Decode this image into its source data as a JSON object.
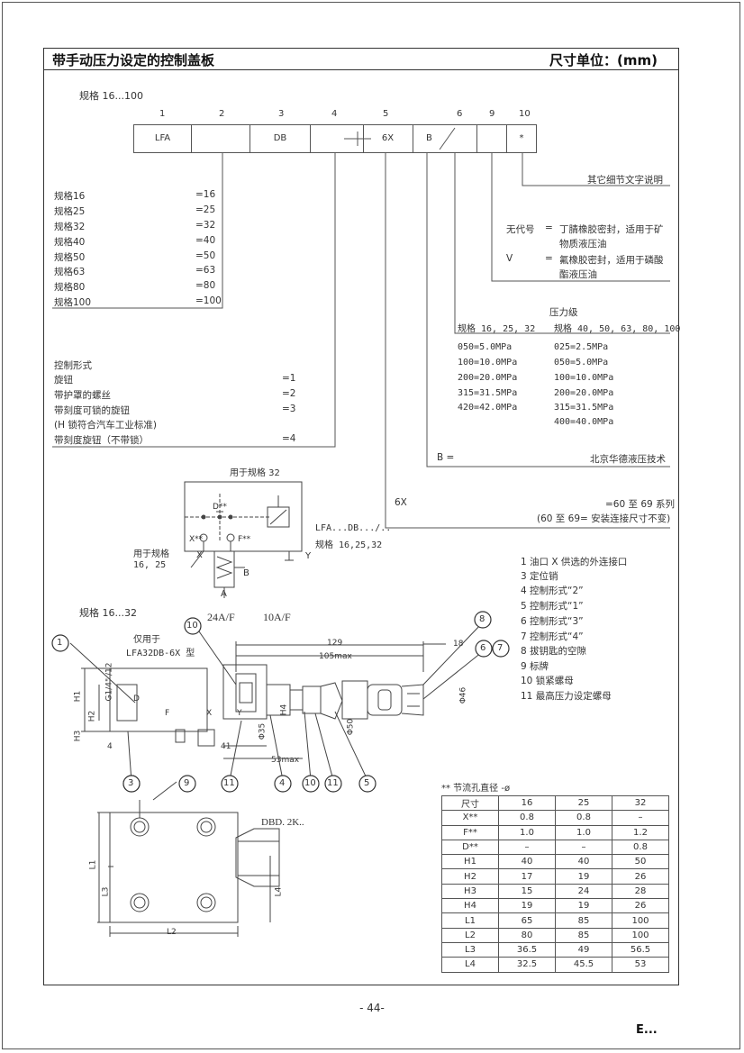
{
  "header": {
    "title": "带手动压力设定的控制盖板",
    "units": "尺寸单位：(mm)"
  },
  "ordering": {
    "spec_label": "规格 16...100",
    "indices": [
      "1",
      "2",
      "3",
      "4",
      "5",
      "6",
      "9",
      "10"
    ],
    "boxes": [
      "LFA",
      "",
      "DB",
      "",
      "6X",
      "B",
      "",
      "*"
    ],
    "other_details": "其它细节文字说明",
    "sizes": [
      {
        "label": "规格16",
        "code": "=16"
      },
      {
        "label": "规格25",
        "code": "=25"
      },
      {
        "label": "规格32",
        "code": "=32"
      },
      {
        "label": "规格40",
        "code": "=40"
      },
      {
        "label": "规格50",
        "code": "=50"
      },
      {
        "label": "规格63",
        "code": "=63"
      },
      {
        "label": "规格80",
        "code": "=80"
      },
      {
        "label": "规格100",
        "code": "=100"
      }
    ],
    "seals": [
      {
        "code": "无代号",
        "eq": "=",
        "desc1": "丁腈橡胶密封，适用于矿",
        "desc2": "物质液压油"
      },
      {
        "code": "V",
        "eq": "=",
        "desc1": "氟橡胶密封，适用于磷酸",
        "desc2": "酯液压油"
      }
    ],
    "pressure": {
      "title": "压力级",
      "col1_header": "规格 16, 25, 32",
      "col2_header": "规格 40, 50, 63, 80, 100",
      "col1": [
        "050=5.0MPa",
        "100=10.0MPa",
        "200=20.0MPa",
        "315=31.5MPa",
        "420=42.0MPa"
      ],
      "col2": [
        "025=2.5MPa",
        "050=5.0MPa",
        "100=10.0MPa",
        "200=20.0MPa",
        "315=31.5MPa",
        "400=40.0MPa"
      ]
    },
    "control": {
      "title": "控制形式",
      "items": [
        {
          "label": "旋钮",
          "code": "=1"
        },
        {
          "label": "带护罩的螺丝",
          "code": "=2"
        },
        {
          "label": "带刻度可锁的旋钮",
          "code": "=3"
        },
        {
          "label": "(H 锁符合汽车工业标准)",
          "code": ""
        },
        {
          "label": "带刻度旋钮（不带锁）",
          "code": "=4"
        }
      ]
    },
    "b_line": {
      "code": "B =",
      "desc": "北京华德液压技术"
    },
    "series": {
      "code": "6X",
      "desc": "=60 至 69 系列",
      "note": "(60 至 69= 安装连接尺寸不变)"
    }
  },
  "symbol": {
    "for_size32": "用于规格 32",
    "for_size": "用于规格",
    "for_size_vals": "16, 25",
    "lfa_line1": "LFA...DB.../..",
    "lfa_line2": "规格 16,25,32",
    "port_d": "D**",
    "port_x": "X**",
    "port_f": "F**",
    "port_y": "Y",
    "port_a": "A",
    "port_b": "B",
    "port_xx": "X"
  },
  "legend": [
    "1 油口 X 供选的外连接口",
    "3 定位销",
    "4 控制形式“2”",
    "5 控制形式“1”",
    "6 控制形式“3”",
    "7 控制形式“4”",
    "8 拔钥匙的空隙",
    "9 标牌",
    "10 锁紧螺母",
    "11 最高压力设定螺母"
  ],
  "drawing": {
    "spec_label": "规格 16...32",
    "only_for": "仅用于",
    "only_for_model": "LFA32DB-6X 型",
    "dim_24": "24A/F",
    "dim_10": "10A/F",
    "dim_129": "129",
    "dim_105": "105max",
    "dim_18": "18",
    "dim_41": "41",
    "dim_53": "53max",
    "dim_phi50": "Φ50",
    "dim_phi46": "Φ46",
    "dim_phi35": "Φ35",
    "dim_g14": "G1/4\" /12",
    "label_h1": "H1",
    "label_h2": "H2",
    "label_h3": "H3",
    "label_h4": "H4",
    "label_l1": "L1",
    "label_l2": "L2",
    "label_l3": "L3",
    "label_l4": "L4",
    "label_d": "D",
    "label_f": "F",
    "label_x": "X",
    "label_y": "Y",
    "label_4": "4",
    "label_dbd": "DBD. 2K..",
    "callouts": [
      "1",
      "10",
      "8",
      "6",
      "7",
      "3",
      "11",
      "4",
      "10",
      "11",
      "5",
      "3",
      "9"
    ]
  },
  "table": {
    "note": "** 节流孔直径 -ø",
    "header": [
      "尺寸",
      "16",
      "25",
      "32"
    ],
    "rows": [
      [
        "X**",
        "0.8",
        "0.8",
        "–"
      ],
      [
        "F**",
        "1.0",
        "1.0",
        "1.2"
      ],
      [
        "D**",
        "–",
        "–",
        "0.8"
      ],
      [
        "H1",
        "40",
        "40",
        "50"
      ],
      [
        "H2",
        "17",
        "19",
        "26"
      ],
      [
        "H3",
        "15",
        "24",
        "28"
      ],
      [
        "H4",
        "19",
        "19",
        "26"
      ],
      [
        "L1",
        "65",
        "85",
        "100"
      ],
      [
        "L2",
        "80",
        "85",
        "100"
      ],
      [
        "L3",
        "36.5",
        "49",
        "56.5"
      ],
      [
        "L4",
        "32.5",
        "45.5",
        "53"
      ]
    ]
  },
  "footer": {
    "page": "- 44-",
    "mark": "E..."
  }
}
